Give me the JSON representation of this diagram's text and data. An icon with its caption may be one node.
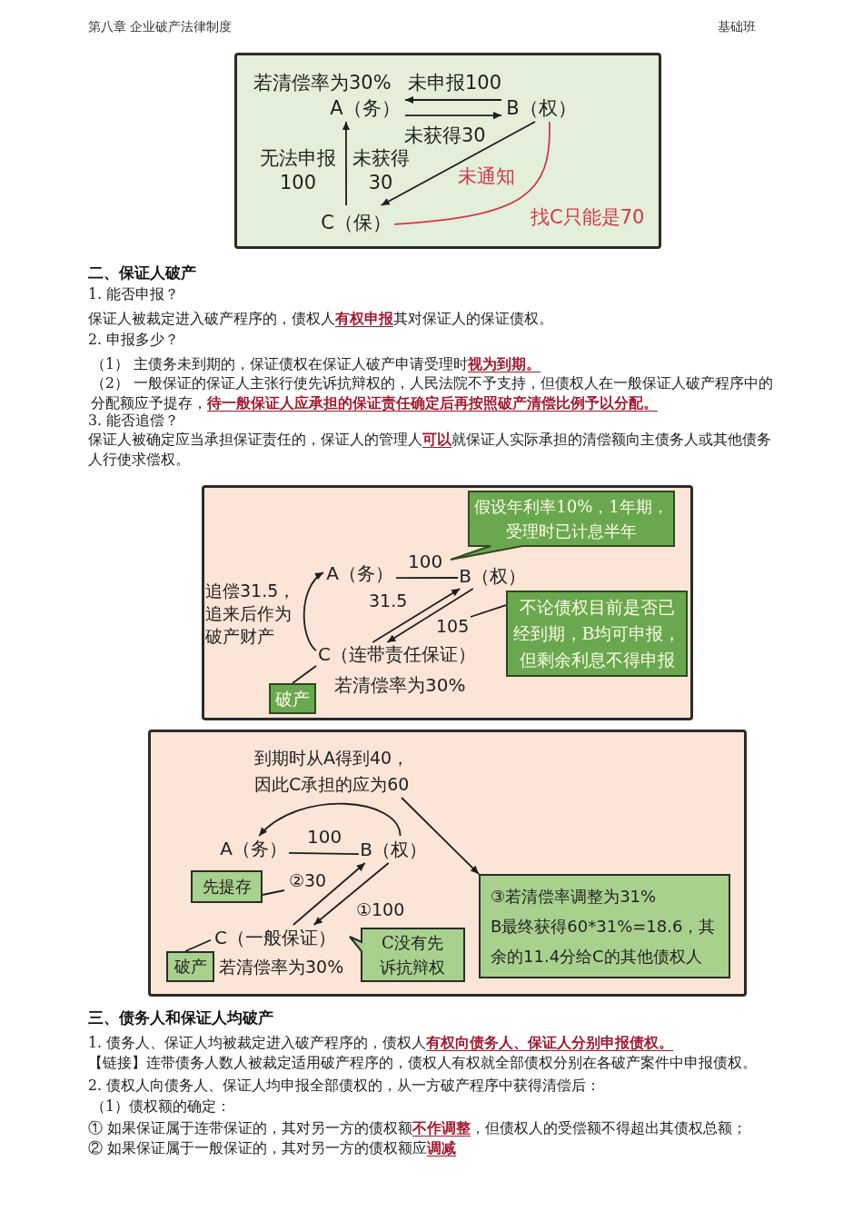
{
  "diagram": {
    "nodes": [
      {
        "text": [],
        "shape": "box"
      },
      {
        "text": [
          "A（务）"
        ],
        "in": 0,
        "beside": [
          "若清偿率为30%"
        ]
      },
      {
        "text": [
          "B（权）"
        ],
        "in": 0
      },
      {
        "text": [
          "C（保）"
        ],
        "in": 0
      },
      {
        "text": [],
        "shape": "box"
      },
      {
        "text": [
          "假设年利率10%，1年期，受理时已计息半年"
        ],
        "in": 4
      },
      {
        "text": [
          "A（务）"
        ],
        "in": 4
      },
      {
        "text": [
          "B（权）"
        ],
        "in": 4
      },
      {
        "text": [
          "C（连带责任保证）"
        ],
        "in": 4,
        "beside": [
          "若清偿率为30%"
        ]
      },
      {
        "text": [
          "不论债权目前是否已经到期，B均可申报，但剩余利息不得申报"
        ],
        "in": 4
      },
      {
        "text": [
          "破产"
        ],
        "in": 4
      },
      {
        "text": [],
        "shape": "box"
      },
      {
        "text": [
          "到期时从A得到40，因此C承担的应为60"
        ],
        "in": 11
      },
      {
        "text": [
          "A（务）"
        ],
        "in": 11
      },
      {
        "text": [
          "B（权）"
        ],
        "in": 11
      },
      {
        "text": [
          "先提存"
        ],
        "in": 11
      },
      {
        "text": [
          "C（一般保证）"
        ],
        "in": 11,
        "beside": [
          "若清偿率为30%"
        ]
      },
      {
        "text": [
          "③若清偿率调整为31%",
          "B最终获得60*31%=18.6，其余的11.4分给C的其他债权人"
        ],
        "in": 11
      },
      {
        "text": [
          "破产"
        ],
        "in": 11
      },
      {
        "text": [
          "C没有先诉抗辩权"
        ],
        "in": 11
      }
    ],
    "edges": [
      {
        "from": 2,
        "to": 1,
        "arrow": "to",
        "label": "未申报100"
      },
      {
        "from": 1,
        "to": 2,
        "arrow": "to",
        "label": "未获得30"
      },
      {
        "from": 3,
        "to": 1,
        "arrow": "to",
        "label": "无法申报100"
      },
      {
        "from": 2,
        "to": 3,
        "arrow": "to"
      },
      {
        "from": 3,
        "to": 2,
        "arrow": "none",
        "color": "#d4354b",
        "label": "未通知"
      },
      {
        "from": 6,
        "to": 7,
        "arrow": "none",
        "label": "100"
      },
      {
        "from": 8,
        "to": 7,
        "arrow": "to",
        "label": "31.5"
      },
      {
        "from": 7,
        "to": 8,
        "arrow": "to",
        "label": "105"
      },
      {
        "from": 8,
        "to": 6,
        "arrow": "to",
        "label": "追偿31.5，追来后作为破产财产"
      },
      {
        "from": 9,
        "to": null,
        "arrow": "none"
      },
      {
        "from": 10,
        "to": 8,
        "arrow": "none"
      },
      {
        "from": 14,
        "to": 13,
        "arrow": "to"
      },
      {
        "from": 13,
        "to": 14,
        "arrow": "none",
        "label": "100"
      },
      {
        "from": 16,
        "to": 14,
        "arrow": "to",
        "label": "②30"
      },
      {
        "from": 14,
        "to": 16,
        "arrow": "to",
        "label": "①100"
      },
      {
        "from": 15,
        "to": null,
        "arrow": "none"
      },
      {
        "from": 12,
        "to": 17,
        "arrow": "to"
      },
      {
        "from": 18,
        "to": 16,
        "arrow": "none"
      }
    ],
    "labels": [
      "第八章 企业破产法律制度",
      "基础班",
      "未获得30",
      "找C只能是70",
      "二、保证人破产",
      "1. 能否申报？",
      "保证人被裁定进入破产程序的，债权人**有权申报**其对保证人的保证债权。",
      "2. 申报多少？",
      "（1） 主债务未到期的，保证债权在保证人破产申请受理时**视为到期。**",
      "（2） 一般保证的保证人主张行使先诉抗辩权的，人民法院不予支持，但债权人在一般保证人破产程序中的分配额应予提存，**待一般保证人应承担的保证责任确定后再按照破产清偿比例予以分配。**",
      "3. 能否追偿？",
      "保证人被确定应当承担保证责任的，保证人的管理人**可以**就保证人实际承担的清偿额向主债务人或其他债务人行使求偿权。",
      "三、债务人和保证人均破产",
      "1. 债务人、保证人均被裁定进入破产程序的，债权人**有权向债务人、保证人分别申报债权。**",
      "【链接】连带债务人数人被裁定适用破产程序的，债权人有权就全部债权分别在各破产案件中申报债权。",
      "2. 债权人向债务人、保证人均申报全部债权的，从一方破产程序中获得清偿后：",
      "（1）债权额的确定：",
      "① 如果保证属于连带保证的，其对另一方的债权额**不作调整**，但债权人的受偿额不得超出其债权总额；",
      "② 如果保证属于一般保证的，其对另一方的债权额应**调减**"
    ]
  }
}
